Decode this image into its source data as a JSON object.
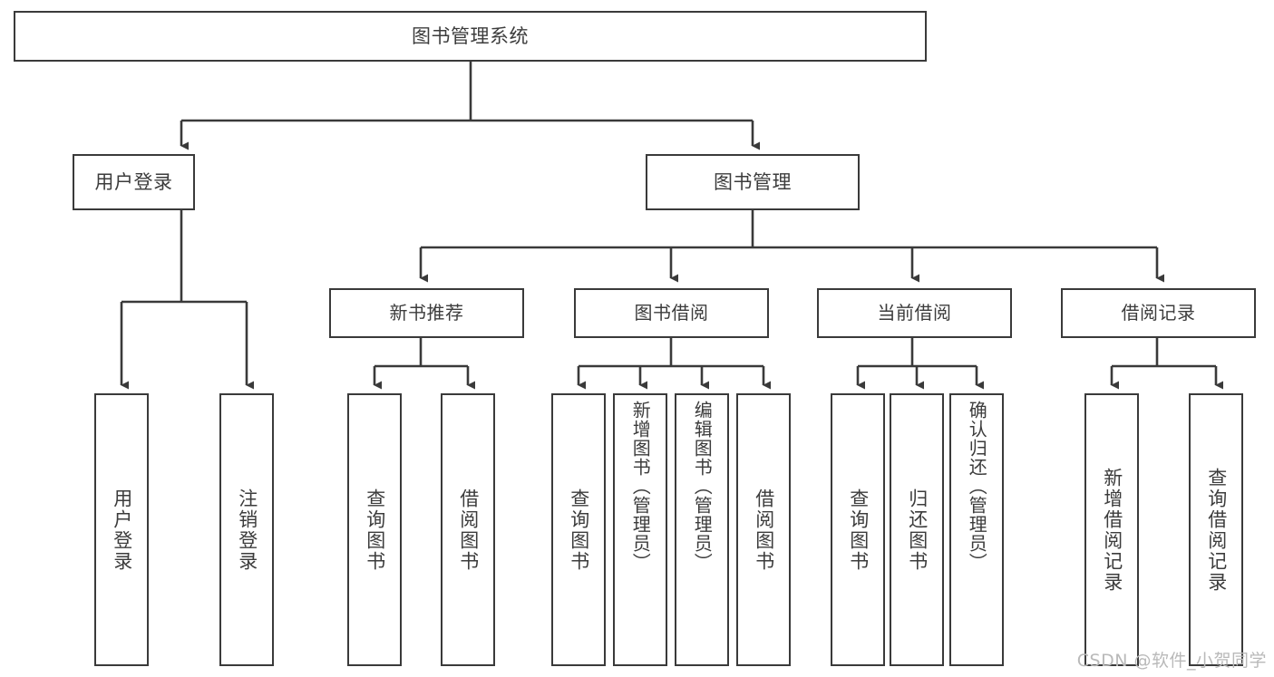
{
  "diagram": {
    "type": "tree-hierarchy-diagram",
    "title": "图书管理系统",
    "background_color": "#ffffff",
    "line_color": "#3a3a3a",
    "text_color": "#3c3c3c",
    "root": {
      "label": "图书管理系统"
    },
    "level2": [
      {
        "label": "用户登录"
      },
      {
        "label": "图书管理"
      }
    ],
    "level3": [
      {
        "label": "新书推荐"
      },
      {
        "label": "图书借阅"
      },
      {
        "label": "当前借阅"
      },
      {
        "label": "借阅记录"
      }
    ],
    "leaves": {
      "user_login": [
        {
          "label": "用户登录"
        },
        {
          "label": "注销登录"
        }
      ],
      "new_book_recommend": [
        {
          "label": "查询图书"
        },
        {
          "label": "借阅图书"
        }
      ],
      "book_borrow": [
        {
          "label": "查询图书"
        },
        {
          "label": "新增图书（管理员）"
        },
        {
          "label": "编辑图书（管理员）"
        },
        {
          "label": "借阅图书"
        }
      ],
      "current_borrow": [
        {
          "label": "查询图书"
        },
        {
          "label": "归还图书"
        },
        {
          "label": "确认归还（管理员）"
        }
      ],
      "borrow_record": [
        {
          "label": "新增借阅记录"
        },
        {
          "label": "查询借阅记录"
        }
      ]
    }
  },
  "watermark": {
    "text": "CSDN @软件_小贺同学"
  }
}
